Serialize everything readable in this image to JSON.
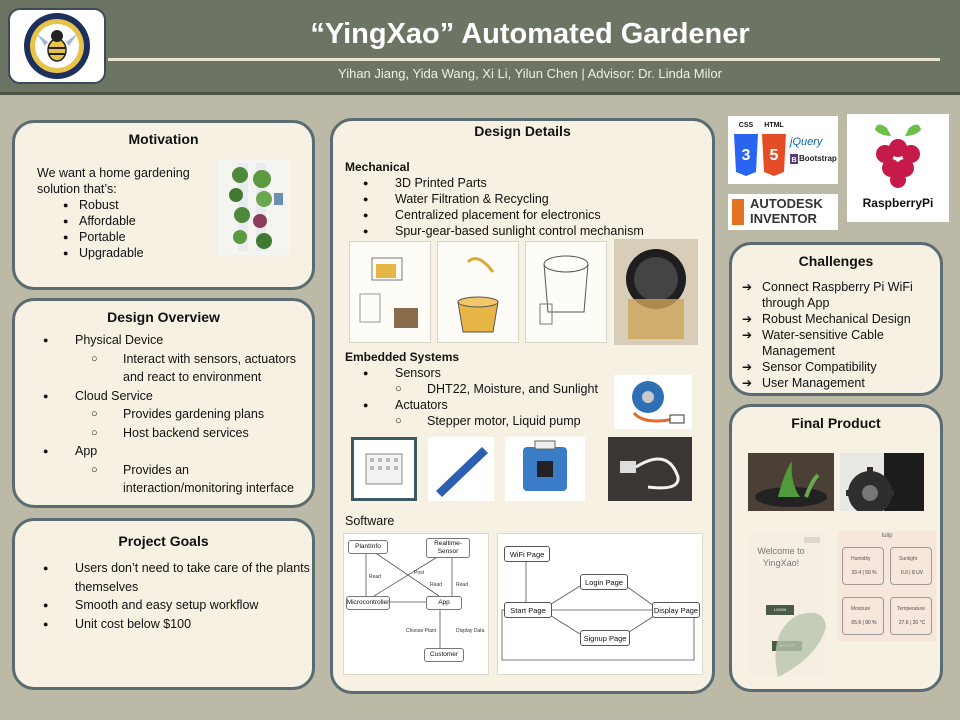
{
  "header": {
    "title": "“YingXao” Automated Gardener",
    "authors": "Yihan Jiang, Yida Wang, Xi Li, Yilun Chen | Advisor: Dr. Linda Milor"
  },
  "motivation": {
    "title": "Motivation",
    "intro": "We want a home gardening solution that’s:",
    "items": [
      "Robust",
      "Affordable",
      "Portable",
      "Upgradable"
    ]
  },
  "design_overview": {
    "title": "Design Overview",
    "physical_device": "Physical Device",
    "physical_sub": "Interact with sensors, actuators and react to environment",
    "cloud_service": "Cloud Service",
    "cloud_sub_1": "Provides gardening plans",
    "cloud_sub_2": "Host backend services",
    "app": "App",
    "app_sub": "Provides an interaction/monitoring interface"
  },
  "project_goals": {
    "title": "Project Goals",
    "items": [
      "Users don’t need to take care of the plants themselves",
      "Smooth and easy setup workflow",
      "Unit cost below $100"
    ]
  },
  "design_details": {
    "title": "Design Details",
    "mechanical_heading": "Mechanical",
    "mechanical_items": [
      "3D Printed Parts",
      "Water Filtration & Recycling",
      "Centralized placement for electronics",
      "Spur-gear-based sunlight control mechanism"
    ],
    "embedded_heading": "Embedded Systems",
    "sensors": "Sensors",
    "sensors_sub": "DHT22, Moisture, and Sunlight",
    "actuators": "Actuators",
    "actuators_sub": "Stepper motor, Liquid pump",
    "software_heading": "Software",
    "flow1": {
      "plantinfo": "PlantInfo",
      "realtime": "Realtime-\nSensor",
      "microcontroller": "Microcontroller",
      "app": "App",
      "customer": "Customer",
      "read1": "Read",
      "post": "Post",
      "read2": "Read",
      "read3": "Read",
      "choose_plant": "Choose Plant",
      "display_data": "Display Data"
    },
    "flow2": {
      "wifi": "WiFi Page",
      "login": "Login Page",
      "start": "Start Page",
      "display": "Display Page",
      "signup": "Signup Page"
    }
  },
  "tech_logos": {
    "css": "CSS",
    "html": "HTML",
    "jquery": "jQuery",
    "bootstrap": "Bootstrap",
    "autodesk": "AUTODESK",
    "inventor": "INVENTOR",
    "raspberry": "RaspberryPi"
  },
  "challenges": {
    "title": "Challenges",
    "items": [
      "Connect Raspberry Pi WiFi through App",
      "Robust Mechanical Design",
      "Water-sensitive Cable Management",
      "Sensor Compatibility",
      "User Management"
    ]
  },
  "final_product": {
    "title": "Final Product",
    "app_welcome": "Welcome to YingXao!",
    "app_login": "LOGIN",
    "app_signup": "SIGN UP",
    "app_tulip": "tulip",
    "humidity_label": "Humidity",
    "humidity_value": "33.4 | 50 %",
    "sunlight_label": "Sunlight",
    "sunlight_value": "0.0 | 8 UV",
    "moisture_label": "Moisture",
    "moisture_value": "65.6 | 90 %",
    "temperature_label": "Temperature",
    "temperature_value": "27.6 | 20 °C"
  }
}
